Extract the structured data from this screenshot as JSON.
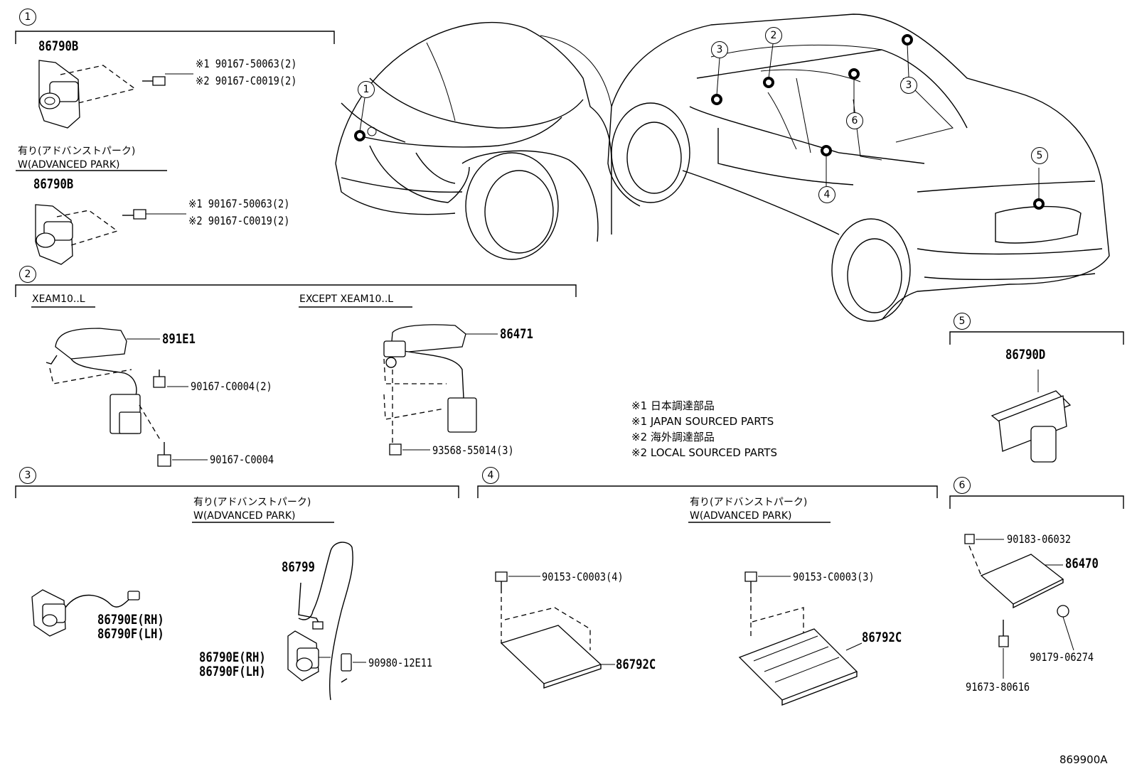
{
  "diagram_code": "869900A",
  "notes": [
    "※1 日本調達部品",
    "※1 JAPAN SOURCED PARTS",
    "※2 海外調達部品",
    "※2 LOCAL SOURCED PARTS"
  ],
  "sections": {
    "s1": {
      "number": "1",
      "part_a": "86790B",
      "bolt_a1": "※1 90167-50063(2)",
      "bolt_a2": "※2 90167-C0019(2)",
      "cond_jp": "有り(アドバンストパーク)",
      "cond_en": "W(ADVANCED PARK)",
      "part_b": "86790B",
      "bolt_b1": "※1 90167-50063(2)",
      "bolt_b2": "※2 90167-C0019(2)"
    },
    "s2": {
      "number": "2",
      "cond_left": "XEAM10..L",
      "cond_right": "EXCEPT XEAM10..L",
      "part_left": "891E1",
      "bolt_left1": "90167-C0004(2)",
      "bolt_left2": "90167-C0004",
      "part_right": "86471",
      "bolt_right": "93568-55014(3)"
    },
    "s3": {
      "number": "3",
      "cond_jp": "有り(アドバンストパーク)",
      "cond_en": "W(ADVANCED PARK)",
      "cam_rh_a": "86790E(RH)",
      "cam_lh_a": "86790F(LH)",
      "harness": "86799",
      "cam_rh_b": "86790E(RH)",
      "cam_lh_b": "86790F(LH)",
      "clip": "90980-12E11"
    },
    "s4": {
      "number": "4",
      "cond_jp": "有り(アドバンストパーク)",
      "cond_en": "W(ADVANCED PARK)",
      "bolt_a": "90153-C0003(4)",
      "ecu_a": "86792C",
      "bolt_b": "90153-C0003(3)",
      "ecu_b": "86792C"
    },
    "s5": {
      "number": "5",
      "part": "86790D"
    },
    "s6": {
      "number": "6",
      "nut": "90183-06032",
      "ecu": "86470",
      "grommet": "90179-06274",
      "bolt": "91673-80616"
    },
    "car_callouts": [
      "1",
      "2",
      "3",
      "3",
      "4",
      "5",
      "6"
    ]
  }
}
